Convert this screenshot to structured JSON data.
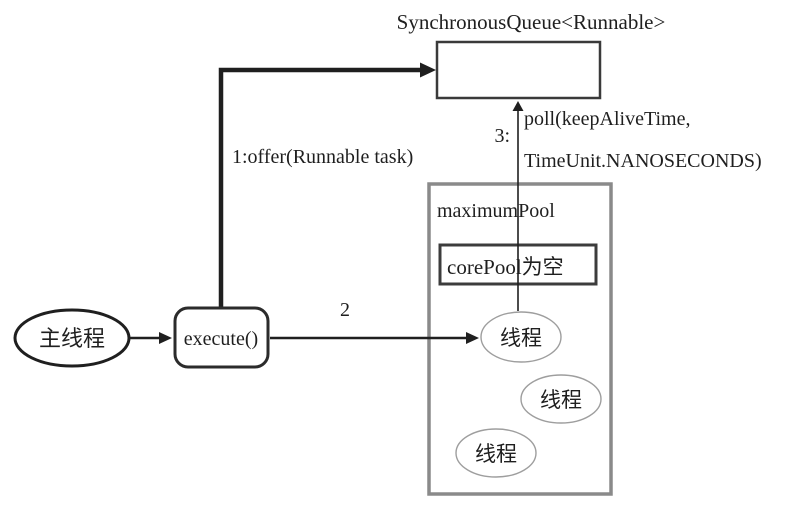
{
  "diagram": {
    "queue": {
      "title": "SynchronousQueue<Runnable>"
    },
    "nodes": {
      "main_thread": "主线程",
      "execute": "execute()",
      "maximum_pool": "maximumPool",
      "core_pool": "corePool为空",
      "threads": [
        "线程",
        "线程",
        "线程"
      ]
    },
    "edges": {
      "offer": "1:offer(Runnable task)",
      "step2": "2",
      "step3": "3:",
      "poll_line1": "poll(keepAliveTime,",
      "poll_line2": "TimeUnit.NANOSECONDS)"
    },
    "colors": {
      "ink": "#1f1f1f",
      "queue_border": "#3a3a3a",
      "pool_border": "#8a8a8a",
      "core_border": "#3c3c3c",
      "thread_border": "#9e9e9e",
      "background": "#ffffff"
    }
  }
}
